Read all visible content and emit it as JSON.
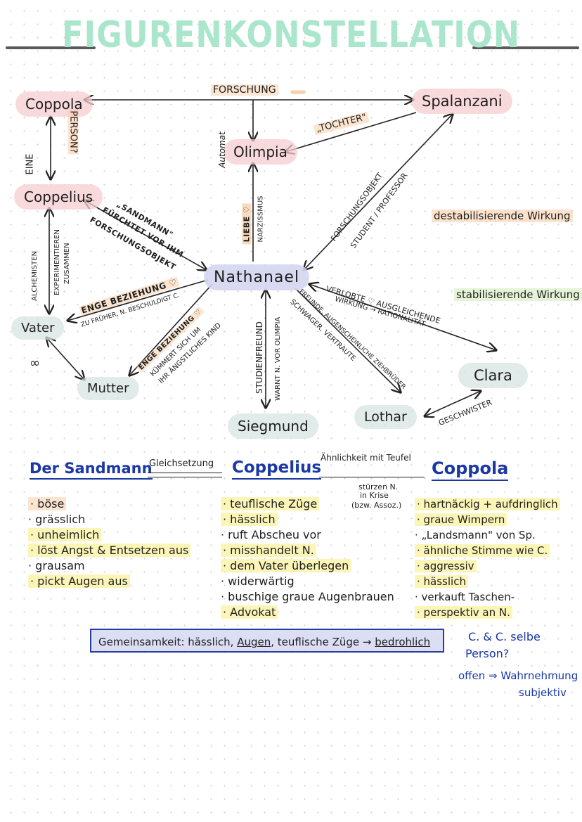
{
  "title": "FIGURENKONSTELLATION",
  "colors": {
    "title": "#a9e6cc",
    "heading": "#1b38a6",
    "pink": "#f7cdd0",
    "grey": "#d7e4e2",
    "lavender": "#d4d6f0",
    "highlight": "#faf4aa"
  },
  "nodes": {
    "coppola": "Coppola",
    "spalanzani": "Spalanzani",
    "olimpia": "Olimpia",
    "coppelius": "Coppelius",
    "nathanael": "Nathanael",
    "vater": "Vater",
    "mutter": "Mutter",
    "siegmund": "Siegmund",
    "lothar": "Lothar",
    "clara": "Clara"
  },
  "labels": {
    "forschung": "FORSCHUNG",
    "tochter": "„TOCHTER\"",
    "automat": "Automat",
    "eine": "EINE",
    "person": "PERSON?",
    "liebe": "LIEBE ♡",
    "narzissmus": "NARZISSMUS",
    "sandmann": "„SANDMANN\"",
    "fuerchtet": "FÜRCHTET VOR IHM",
    "forschungsobjekt_cop": "FORSCHUNGSOBJEKT",
    "forschungsobjekt_spa": "FORSCHUNGSOBJEKT",
    "student_professor": "STUDENT / PROFESSOR",
    "alchemisten": "ALCHEMISTEN",
    "experimentieren": "EXPERIMENTIEREN",
    "zusammen": "ZUSAMMEN",
    "enge_beziehung_vater": "ENGE BEZIEHUNG ♡",
    "zufrueher": "ZU FRÜHER, N. BESCHULDIGT C.",
    "enge_beziehung_mutter": "ENGE BEZIEHUNG ♡",
    "kuemmert": "KÜMMERT SICH UM",
    "angstliches": "IHR ÄNGSTLICHES KIND",
    "studienfreund": "STUDIENFREUND",
    "warnt": "WARNT N. VOR OLIMPIA",
    "freunde": "FREUNDE, AUGENSCHEINLICHE ZIEHBRÜDER",
    "schwager": "SCHWAGER, VERTRAUTE",
    "verlobte": "VERLOBTE ♡ AUSGLEICHENDE",
    "wirkung_rational": "WIRKUNG → RATIONALITÄT",
    "geschwister": "GESCHWISTER",
    "destabilisierende": "destabilisierende Wirkung",
    "stabilisierende": "stabilisierende Wirkung",
    "infinity": "∞"
  },
  "compare": {
    "sandmann_header": "Der Sandmann",
    "gleichsetzung": "Gleichsetzung",
    "coppelius_header": "Coppelius",
    "aehnlichkeit": "Ähnlichkeit mit Teufel",
    "stuerzen": "stürzen N.",
    "krise": "in Krise",
    "bzw": "(bzw. Assoz.)",
    "coppola_header": "Coppola",
    "sandmann_list": [
      "böse",
      "grässlich",
      "unheimlich",
      "löst Angst & Entsetzen aus",
      "grausam",
      "pickt Augen aus"
    ],
    "coppelius_list": [
      "teuflische Züge",
      "hässlich",
      "ruft Abscheu vor",
      "misshandelt N.",
      "dem Vater überlegen",
      "widerwärtig",
      "buschige graue Augenbrauen",
      "Advokat"
    ],
    "coppola_list": [
      "hartnäckig + aufdringlich",
      "graue Wimpern",
      "„Landsmann\" von Sp.",
      "ähnliche Stimme wie C.",
      "aggressiv",
      "hässlich",
      "verkauft Taschen-",
      "perspektiv an N."
    ],
    "gemeinsam_prefix": "Gemeinsamkeit: hässlich, ",
    "gemeinsam_augen": "Augen",
    "gemeinsam_mid": ", teuflische Züge → ",
    "gemeinsam_bedrohlich": "bedrohlich",
    "side_note_1": "C. & C. selbe",
    "side_note_2": "Person?",
    "side_note_3": "offen ⇒ Wahrnehmung",
    "side_note_4": "subjektiv"
  }
}
